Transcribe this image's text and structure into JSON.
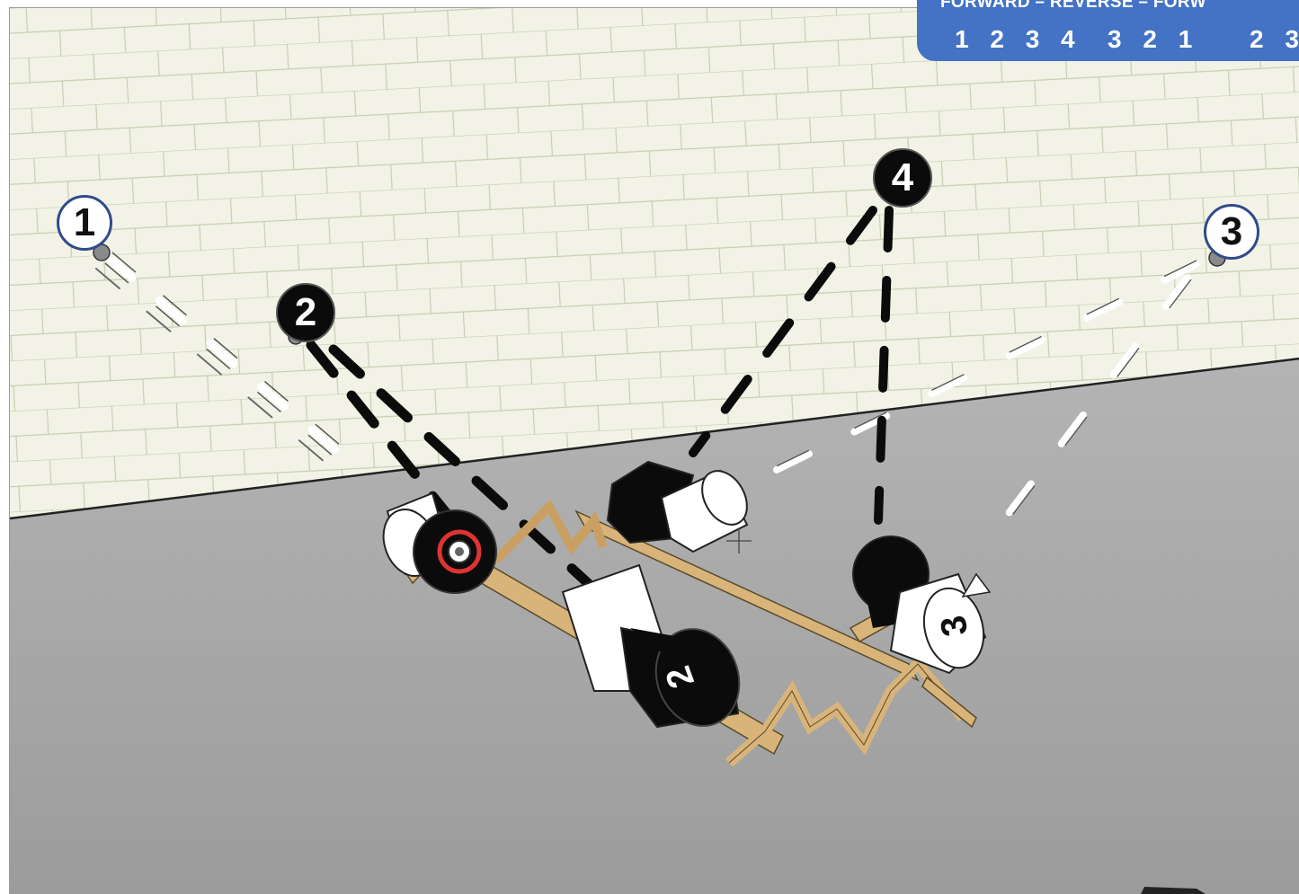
{
  "banner": {
    "title": "FORWARD – REVERSE – FORW",
    "sequence_forward": "1 2 3 4",
    "sequence_reverse": "3 2 1",
    "sequence_forward_2": "2 3"
  },
  "fixture_labels": {
    "fixture_1": "1",
    "fixture_2": "2",
    "fixture_3": "3",
    "fixture_4": "4"
  },
  "light_labels": {
    "light_2": "2",
    "light_3": "3"
  },
  "colors": {
    "banner_blue": "#4472c4",
    "marker_outline": "#2f4b8a",
    "wall": "#f3f4ea",
    "brick_lines": "#c9cdb4",
    "floor": "#a9a9a9",
    "truss_wood": "#d9b47a",
    "fixture_black": "#0b0b0b",
    "fixture_white": "#ffffff"
  }
}
